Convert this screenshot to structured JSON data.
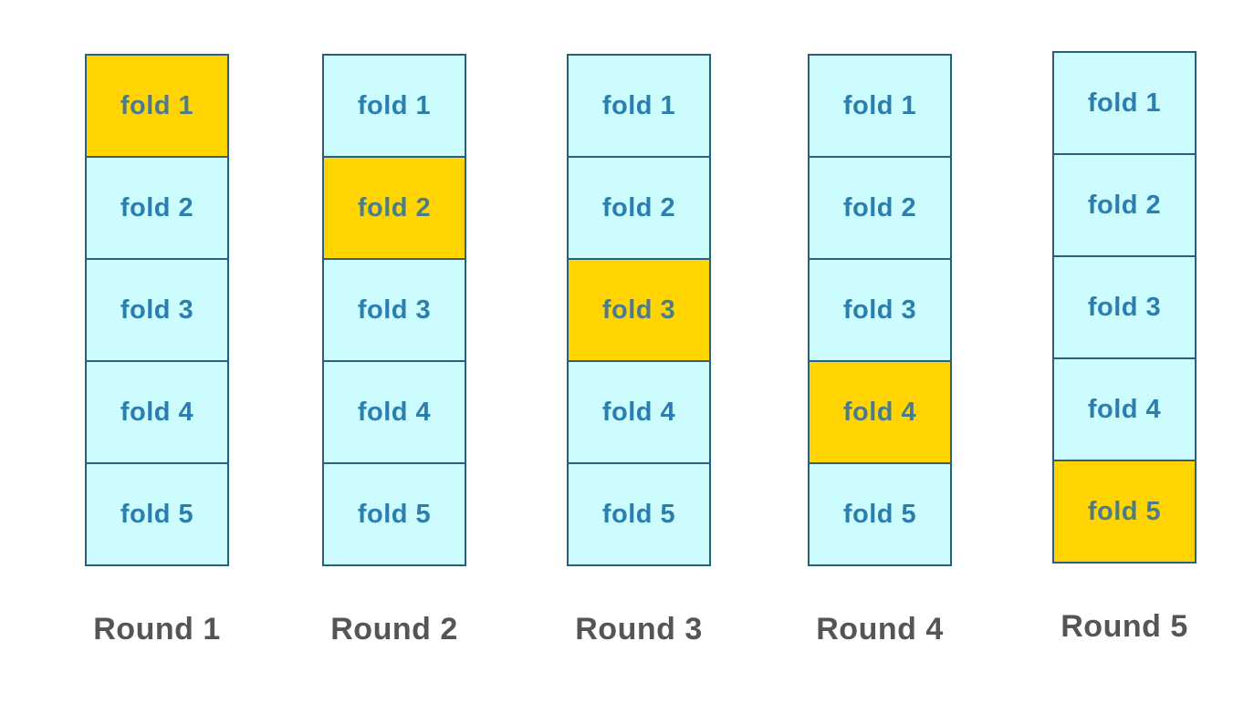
{
  "title": "",
  "rounds": [
    {
      "label": "Round 1",
      "test_fold_index": 0,
      "folds": [
        "fold 1",
        "fold 2",
        "fold 3",
        "fold 4",
        "fold 5"
      ]
    },
    {
      "label": "Round 2",
      "test_fold_index": 1,
      "folds": [
        "fold 1",
        "fold 2",
        "fold 3",
        "fold 4",
        "fold 5"
      ]
    },
    {
      "label": "Round 3",
      "test_fold_index": 2,
      "folds": [
        "fold 1",
        "fold 2",
        "fold 3",
        "fold 4",
        "fold 5"
      ]
    },
    {
      "label": "Round 4",
      "test_fold_index": 3,
      "folds": [
        "fold 1",
        "fold 2",
        "fold 3",
        "fold 4",
        "fold 5"
      ]
    },
    {
      "label": "Round 5",
      "test_fold_index": 4,
      "folds": [
        "fold 1",
        "fold 2",
        "fold 3",
        "fold 4",
        "fold 5"
      ]
    }
  ],
  "colors": {
    "train_fold": "#ccfcfe",
    "test_fold": "#ffd400",
    "border": "#2b5e7a",
    "fold_text": "#2a7fb0",
    "label_text": "#555555"
  }
}
